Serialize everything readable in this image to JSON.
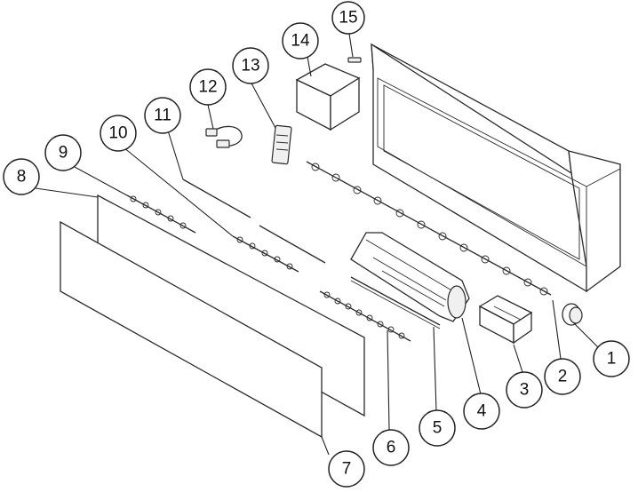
{
  "callouts": [
    {
      "id": 1,
      "label": "1"
    },
    {
      "id": 2,
      "label": "2"
    },
    {
      "id": 3,
      "label": "3"
    },
    {
      "id": 4,
      "label": "4"
    },
    {
      "id": 5,
      "label": "5"
    },
    {
      "id": 6,
      "label": "6"
    },
    {
      "id": 7,
      "label": "7"
    },
    {
      "id": 8,
      "label": "8"
    },
    {
      "id": 9,
      "label": "9"
    },
    {
      "id": 10,
      "label": "10"
    },
    {
      "id": 11,
      "label": "11"
    },
    {
      "id": 12,
      "label": "12"
    },
    {
      "id": 13,
      "label": "13"
    },
    {
      "id": 14,
      "label": "14"
    },
    {
      "id": 15,
      "label": "15"
    }
  ]
}
